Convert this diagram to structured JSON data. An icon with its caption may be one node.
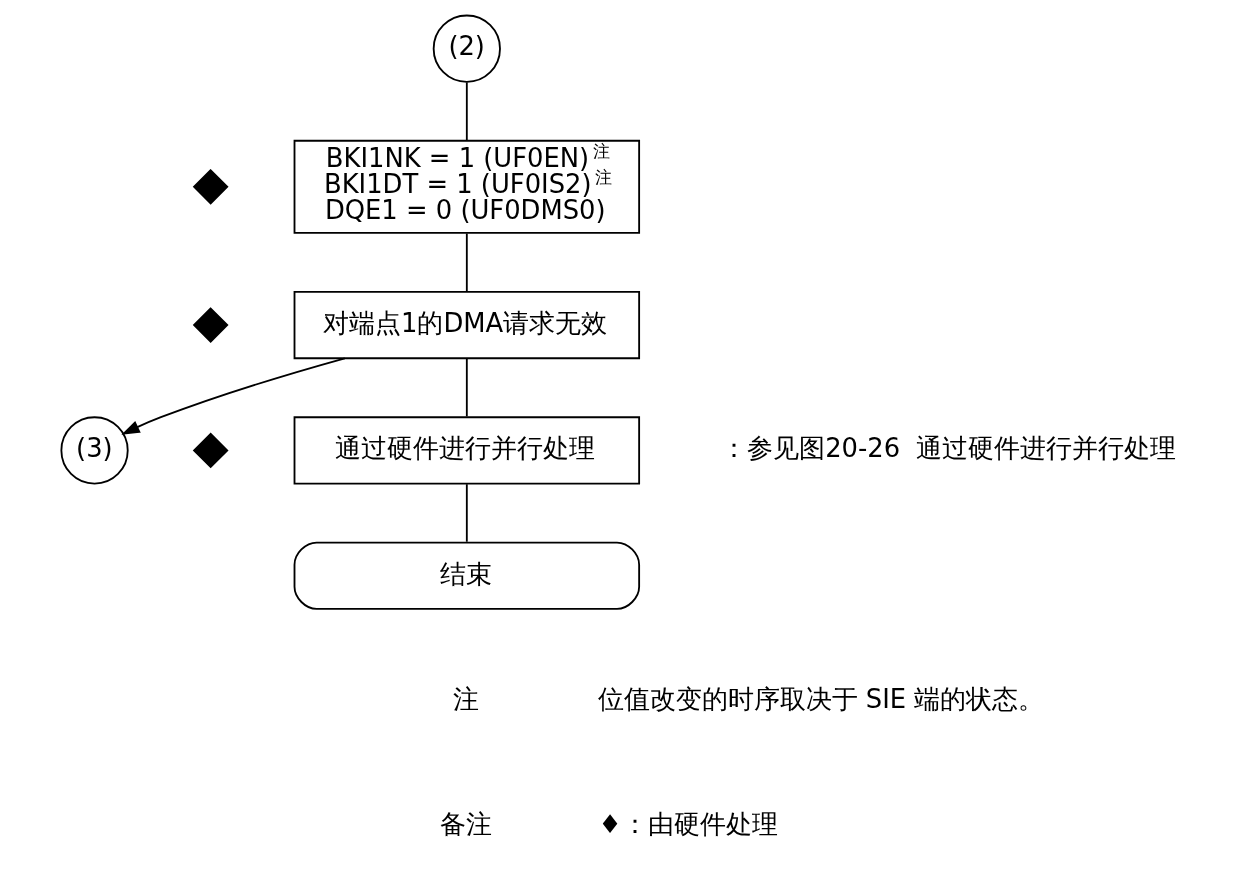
{
  "diagram": {
    "nodes": [
      {
        "text": [
          "(2)"
        ]
      },
      {
        "text": [
          "BKI1NK = 1 (UF0EN)$^{注}$",
          "BKI1DT = 1 (UF0IS2)$^{注}$",
          "DQE1 = 0 (UF0DMS0)"
        ]
      },
      {
        "text": [
          "对端点1的DMA请求无效"
        ]
      },
      {
        "text": [
          "(3)"
        ]
      },
      {
        "text": [
          "通过硬件进行并行处理"
        ],
        "beside": [
          "：参见图20-26  通过硬件进行并行处理"
        ]
      },
      {
        "text": [
          "结束"
        ]
      },
      {
        "text": [],
        "shape": "diamond"
      },
      {
        "text": [],
        "shape": "diamond"
      },
      {
        "text": [],
        "shape": "diamond"
      }
    ],
    "edges": [
      {
        "from": 0,
        "to": 1,
        "arrow": "none"
      },
      {
        "from": 1,
        "to": 2,
        "arrow": "none"
      },
      {
        "from": 2,
        "to": 3,
        "arrow": "to"
      },
      {
        "from": 2,
        "to": 4,
        "arrow": "none"
      },
      {
        "from": 4,
        "to": 5,
        "arrow": "none"
      }
    ],
    "labels": [
      "注",
      "位值改变的时序取决于 SIE 端的状态。",
      "备注",
      "♦：由硬件处理"
    ]
  }
}
